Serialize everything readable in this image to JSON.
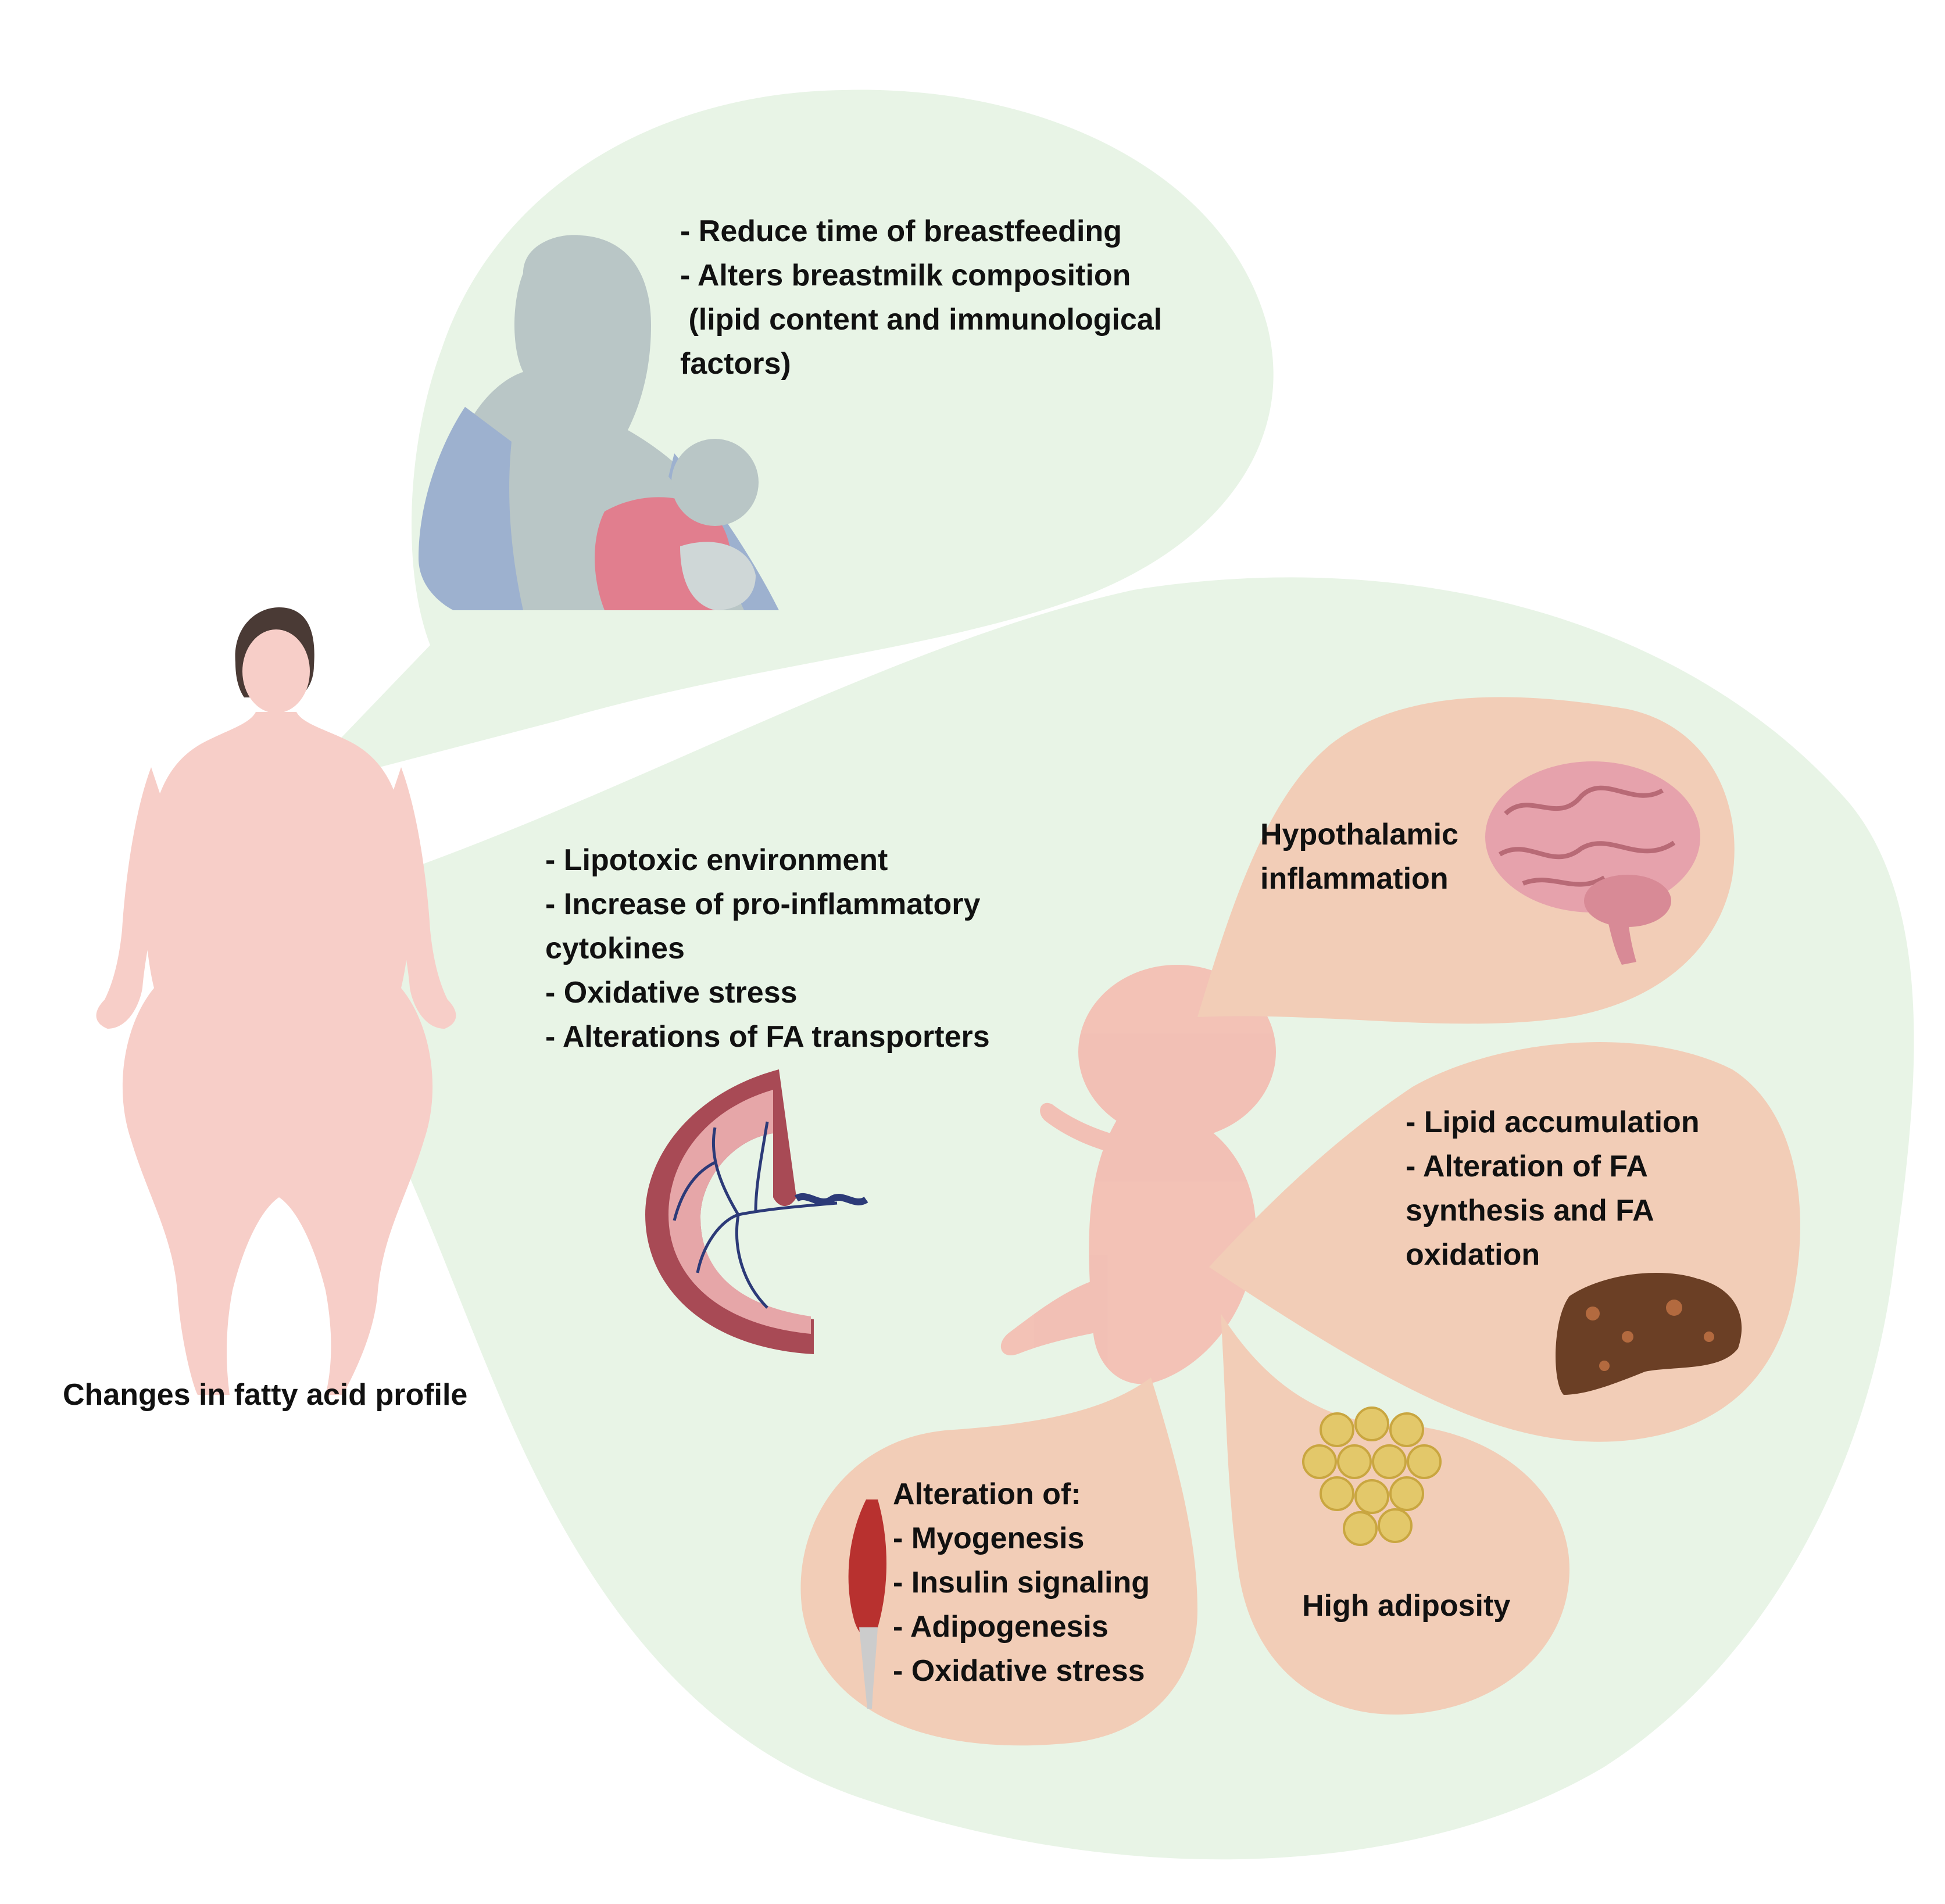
{
  "colors": {
    "bubble_green": "#e8f4e6",
    "bubble_orange": "#f2cdb7",
    "skin": "#f7cec8",
    "hair": "#4a3a35",
    "placenta": "#a84a55",
    "vessel": "#2c3a78",
    "liver": "#6b3f25",
    "fat_cell": "#e3c86a",
    "muscle": "#b8312f",
    "brain": "#e6a2ac",
    "mother_gray": "#b9c6c6",
    "robe_blue": "#9db1cf",
    "baby_pink": "#e17e8e"
  },
  "breastfeeding": {
    "lines": [
      "- Reduce time of breastfeeding",
      "- Alters breastmilk composition",
      " (lipid content and immunological",
      "factors)"
    ]
  },
  "placenta": {
    "lines": [
      "- Lipotoxic environment",
      "- Increase of pro-inflammatory",
      "cytokines",
      "- Oxidative stress",
      "- Alterations of FA transporters"
    ]
  },
  "mother": {
    "caption": "Changes in fatty acid profile"
  },
  "brain": {
    "lines": [
      "Hypothalamic",
      "inflammation"
    ]
  },
  "liver": {
    "lines": [
      "- Lipid accumulation",
      "- Alteration of FA",
      "synthesis and FA",
      "oxidation"
    ]
  },
  "adipose": {
    "label": "High adiposity"
  },
  "muscle": {
    "lines": [
      "Alteration of:",
      "- Myogenesis",
      "- Insulin signaling",
      "- Adipogenesis",
      "- Oxidative stress"
    ]
  }
}
